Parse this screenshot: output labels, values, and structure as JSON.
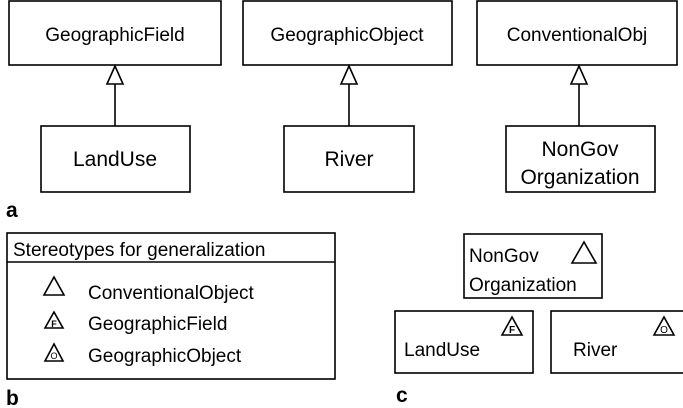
{
  "panel_a": {
    "label": "a",
    "classes": {
      "geographic_field": "GeographicField",
      "geographic_object": "GeographicObject",
      "conventional_obj": "ConventionalObj",
      "land_use": "LandUse",
      "river": "River",
      "nongov_line1": "NonGov",
      "nongov_line2": "Organization"
    }
  },
  "panel_b": {
    "label": "b",
    "title": "Stereotypes for generalization",
    "items": [
      {
        "icon": "plain-triangle",
        "label": "ConventionalObject"
      },
      {
        "icon": "triangle-f",
        "mark": "F",
        "label": "GeographicField"
      },
      {
        "icon": "triangle-o",
        "mark": "O",
        "label": "GeographicObject"
      }
    ]
  },
  "panel_c": {
    "label": "c",
    "nongov_line1": "NonGov",
    "nongov_line2": "Organization",
    "land_use": "LandUse",
    "land_use_mark": "F",
    "river": "River",
    "river_mark": "O"
  }
}
